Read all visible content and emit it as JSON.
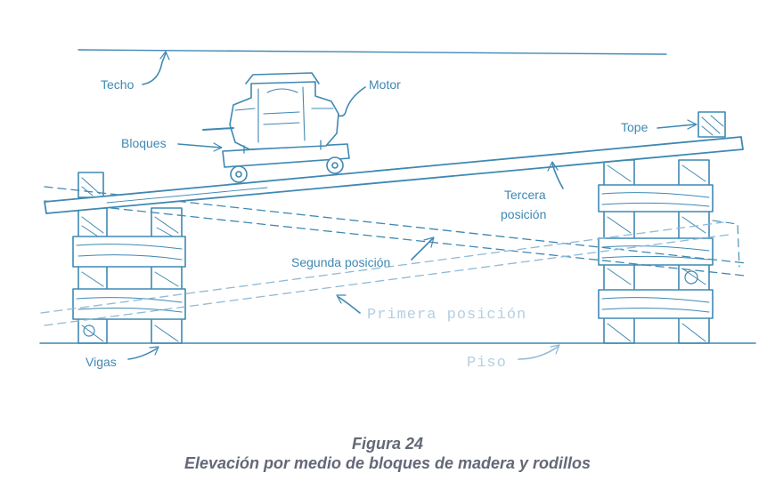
{
  "labels": {
    "techo": "Techo",
    "motor": "Motor",
    "bloques": "Bloques",
    "tope": "Tope",
    "tercera": "Tercera",
    "posicion": "posición",
    "segunda": "Segunda posición",
    "primera": "Primera posición",
    "vigas": "Vigas",
    "piso": "Piso"
  },
  "caption": {
    "figure": "Figura 24",
    "description": "Elevación por medio de bloques de madera y rodillos"
  },
  "colors": {
    "ink": "#3f88b3",
    "faded_ink": "#b4cfe2",
    "caption": "#646877"
  }
}
